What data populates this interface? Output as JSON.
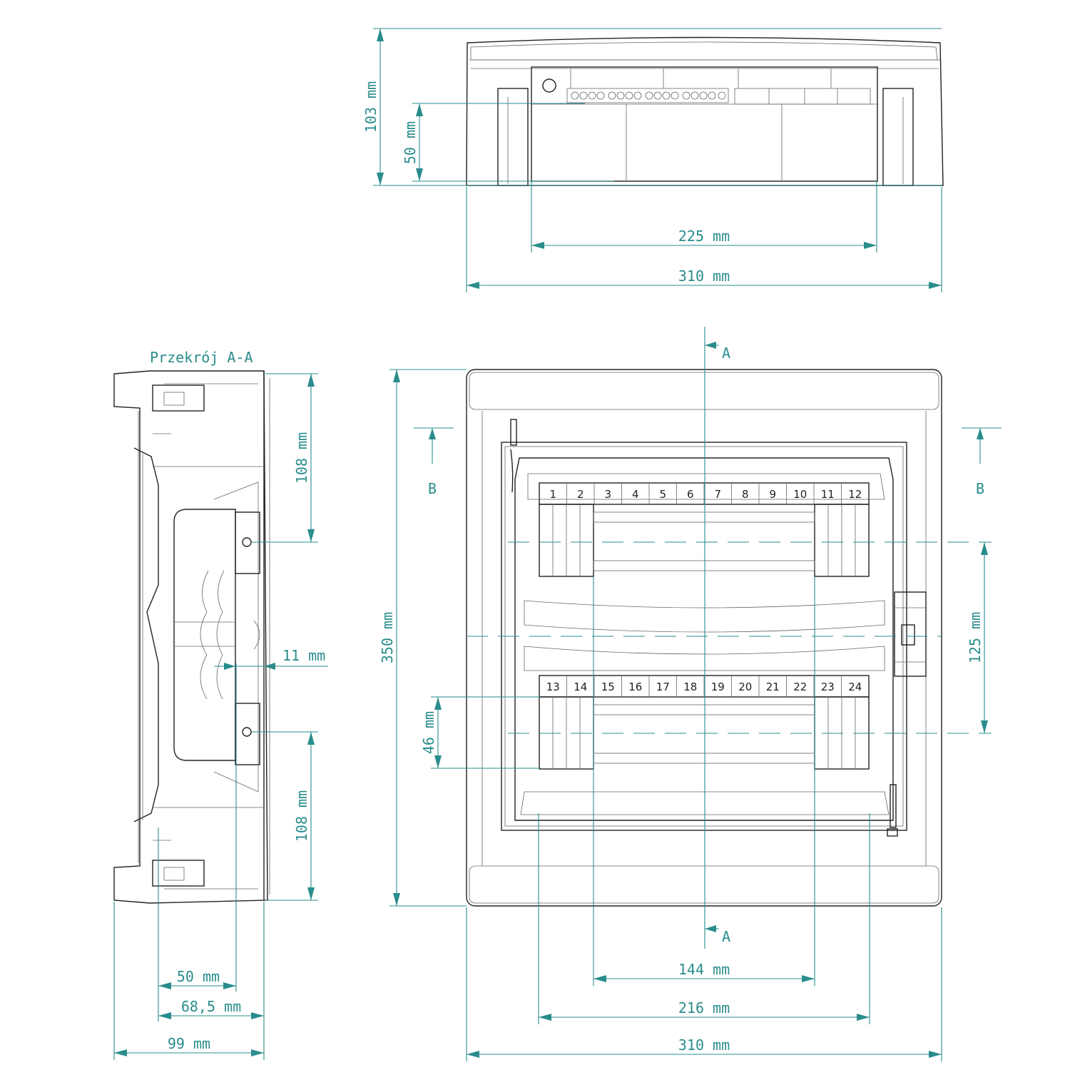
{
  "section_title": "Przekrój A-A",
  "dimensions": {
    "top_depth": "103 mm",
    "top_inner_depth": "50 mm",
    "top_inner_width": "225 mm",
    "top_width": "310 mm",
    "front_height": "350 mm",
    "front_row_pitch": "125 mm",
    "front_module_height": "46 mm",
    "front_rail_length": "144 mm",
    "front_inner_width": "216 mm",
    "front_width": "310 mm",
    "side_upper": "108 mm",
    "side_lower": "108 mm",
    "side_offset": "11 mm",
    "side_rail_depth": "50 mm",
    "side_inner_depth": "68,5 mm",
    "side_depth": "99 mm"
  },
  "section_marks": {
    "a_top": "A",
    "a_bottom": "A",
    "b_left": "B",
    "b_right": "B"
  },
  "module_numbers_row1": [
    "1",
    "2",
    "3",
    "4",
    "5",
    "6",
    "7",
    "8",
    "9",
    "10",
    "11",
    "12"
  ],
  "module_numbers_row2": [
    "13",
    "14",
    "15",
    "16",
    "17",
    "18",
    "19",
    "20",
    "21",
    "22",
    "23",
    "24"
  ],
  "colors": {
    "dimension": "#2a8c8c",
    "outline": "#222222"
  }
}
